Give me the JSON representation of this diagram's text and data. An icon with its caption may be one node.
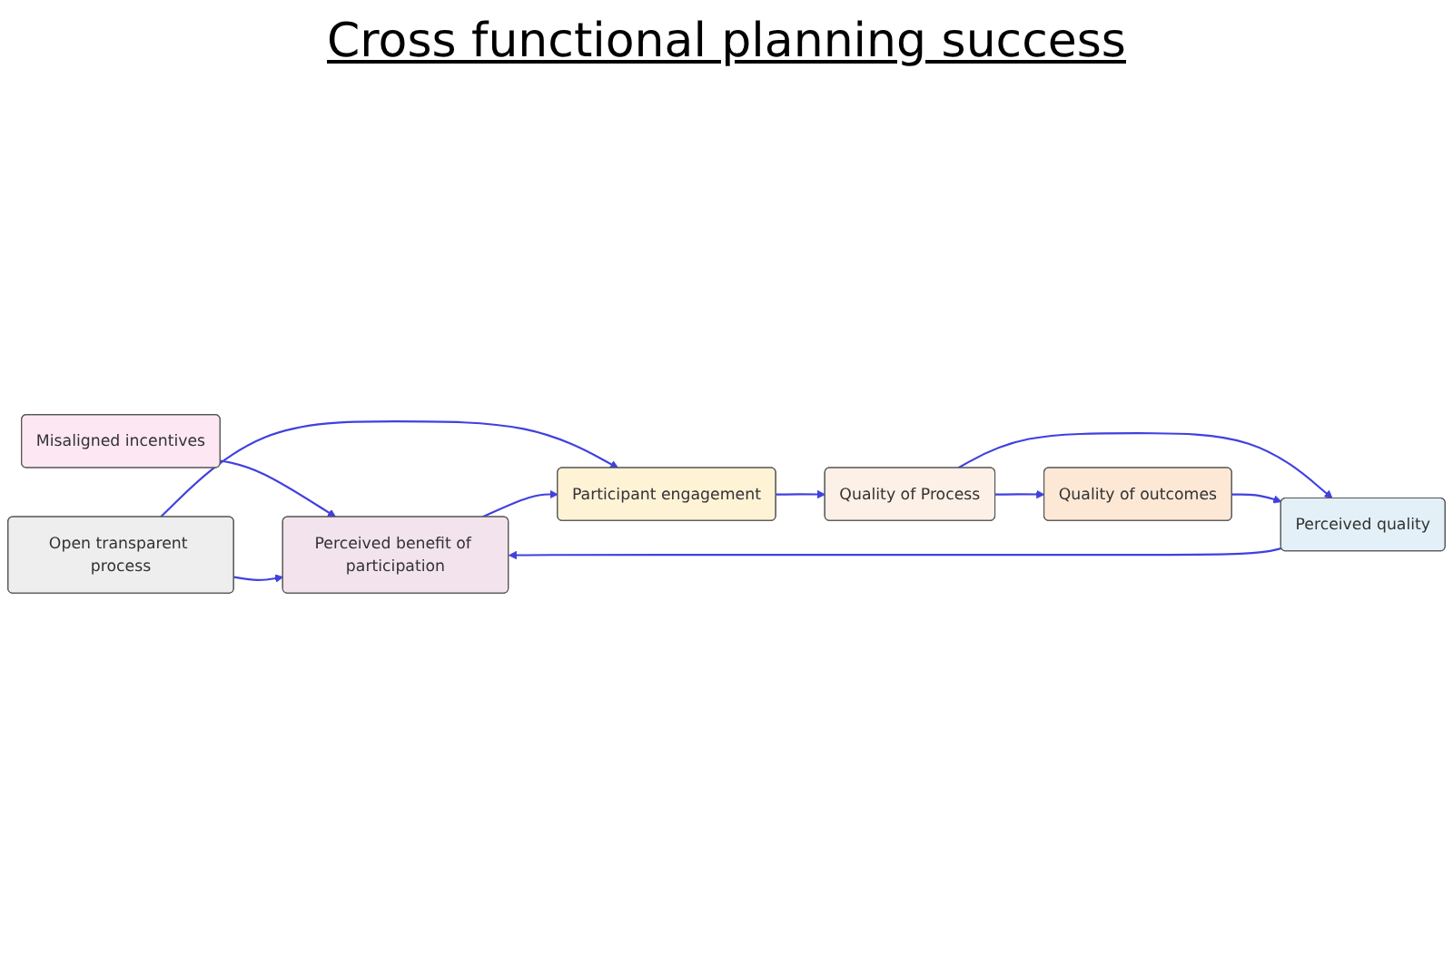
{
  "diagram": {
    "title": "Cross functional planning success",
    "nodes": [
      {
        "text": [
          "Misaligned incentives"
        ]
      },
      {
        "text": [
          "Perceived benefit of participation"
        ]
      },
      {
        "text": [
          "Perceived quality"
        ]
      },
      {
        "text": [
          "Quality of outcomes"
        ]
      },
      {
        "text": [
          "Open transparent process"
        ]
      },
      {
        "text": [
          "Participant engagement"
        ]
      },
      {
        "text": [
          "Quality of Process"
        ]
      }
    ],
    "edges": [
      {
        "from": 0,
        "to": 1,
        "arrow": "to"
      },
      {
        "from": 4,
        "to": 1,
        "arrow": "to"
      },
      {
        "from": 4,
        "to": 5,
        "arrow": "to"
      },
      {
        "from": 1,
        "to": 5,
        "arrow": "to"
      },
      {
        "from": 5,
        "to": 6,
        "arrow": "to"
      },
      {
        "from": 6,
        "to": 2,
        "arrow": "to"
      },
      {
        "from": 6,
        "to": 3,
        "arrow": "to"
      },
      {
        "from": 3,
        "to": 2,
        "arrow": "to"
      },
      {
        "from": 2,
        "to": 1,
        "arrow": "to"
      }
    ]
  }
}
